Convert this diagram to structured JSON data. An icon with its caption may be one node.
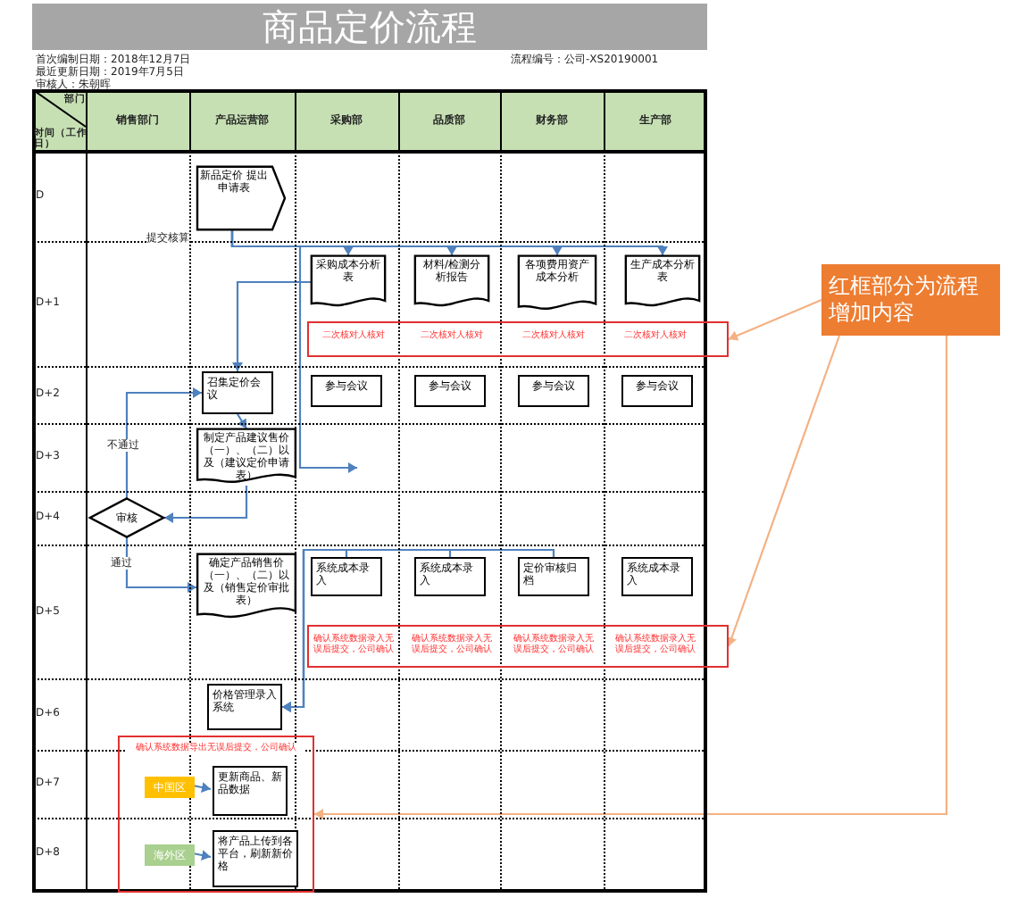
{
  "diagram": {
    "title": "商品定价流程",
    "nodes": [
      {
        "text": [
          "新品定价 提出申请表"
        ]
      },
      {
        "text": [
          "采购成本分析表"
        ]
      },
      {
        "text": [
          "材料/检测分析报告"
        ]
      },
      {
        "text": [
          "各项费用资产成本分析"
        ]
      },
      {
        "text": [
          "生产成本分析表"
        ]
      },
      {
        "text": [
          "二次核对人核对",
          "二次核对人核对",
          "二次核对人核对",
          "二次核对人核对"
        ]
      },
      {
        "text": [
          "召集定价会议"
        ]
      },
      {
        "text": [
          "参与会议"
        ]
      },
      {
        "text": [
          "参与会议"
        ]
      },
      {
        "text": [
          "参与会议"
        ]
      },
      {
        "text": [
          "参与会议"
        ]
      },
      {
        "text": [
          "制定产品建议售价（一）、（二）以及（建议定价申请表）"
        ]
      },
      {
        "text": [
          "审核"
        ]
      },
      {
        "text": [
          "确定产品销售价（一）、（二）以及（销售定价审批表）"
        ]
      },
      {
        "text": [
          "系统成本录入"
        ]
      },
      {
        "text": [
          "系统成本录入"
        ]
      },
      {
        "text": [
          "定价审核归档"
        ]
      },
      {
        "text": [
          "系统成本录入"
        ]
      },
      {
        "text": [
          "确认系统数据录入无误后提交，公司确认",
          "确认系统数据录入无误后提交，公司确认",
          "确认系统数据录入无误后提交，公司确认",
          "确认系统数据录入无误后提交，公司确认"
        ]
      },
      {
        "text": [
          "价格管理录入系统"
        ]
      },
      {
        "text": [
          "确认系统数据导出无误后提交，公司确认"
        ]
      },
      {
        "text": [
          "中国区"
        ],
        "in": 20
      },
      {
        "text": [
          "更新商品、新品数据"
        ],
        "in": 20
      },
      {
        "text": [
          "海外区"
        ],
        "in": 20
      },
      {
        "text": [
          "将产品上传到各平台，刷新新价格"
        ],
        "in": 20
      },
      {
        "text": [
          "红框部分为流程增加内容"
        ]
      }
    ],
    "edges": [
      {
        "from": 0,
        "to": 1,
        "arrow": "to",
        "label": "提交核算"
      },
      {
        "from": 0,
        "to": 2,
        "arrow": "to"
      },
      {
        "from": 0,
        "to": 3,
        "arrow": "to"
      },
      {
        "from": 0,
        "to": 4,
        "arrow": "to"
      },
      {
        "from": 1,
        "to": 6,
        "arrow": "to"
      },
      {
        "from": 6,
        "to": 11,
        "arrow": "to"
      },
      {
        "from": 11,
        "to": 12,
        "arrow": "to"
      },
      {
        "from": 12,
        "to": 6,
        "arrow": "to",
        "label": "不通过"
      },
      {
        "from": 12,
        "to": 13,
        "arrow": "to",
        "label": "通过"
      },
      {
        "from": 14,
        "to": 19,
        "arrow": "to"
      },
      {
        "from": 15,
        "to": 19,
        "arrow": "to"
      },
      {
        "from": 16,
        "to": 19,
        "arrow": "to"
      },
      {
        "from": 21,
        "to": 22,
        "arrow": "to"
      },
      {
        "from": 23,
        "to": 24,
        "arrow": "to"
      },
      {
        "from": 25,
        "to": 5,
        "arrow": "to",
        "color": "#f4b183"
      },
      {
        "from": 25,
        "to": 18,
        "arrow": "to",
        "color": "#f4b183"
      },
      {
        "from": 25,
        "to": 20,
        "arrow": "to",
        "color": "#f4b183"
      },
      {
        "from": 0,
        "to": null,
        "arrow": "to"
      }
    ],
    "labels": [
      "首次编制日期：2018年12月7日",
      "流程编号：公司-XS20190001",
      "最近更新日期：2019年7月5日",
      "审核人：朱朝晖",
      "部门",
      "时间（工作日）",
      "销售部门",
      "产品运营部",
      "采购部",
      "品质部",
      "财务部",
      "生产部",
      "D",
      "D+1",
      "D+2",
      "D+3",
      "D+4",
      "D+5",
      "D+6",
      "D+7",
      "D+8"
    ]
  }
}
